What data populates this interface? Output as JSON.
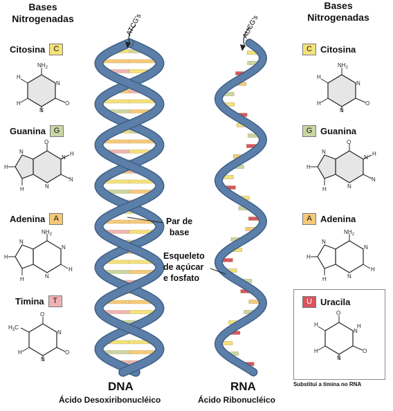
{
  "left_header": {
    "line1": "Bases",
    "line2": "Nitrogenadas"
  },
  "right_header": {
    "line1": "Bases",
    "line2": "Nitrogenadas"
  },
  "left_bases": [
    {
      "name": "Citosina",
      "letter": "C",
      "color": "#f4e27a"
    },
    {
      "name": "Guanina",
      "letter": "G",
      "color": "#c9d6a3"
    },
    {
      "name": "Adenina",
      "letter": "A",
      "color": "#f6c979"
    },
    {
      "name": "Timina",
      "letter": "T",
      "color": "#f0b3b3"
    }
  ],
  "right_bases": [
    {
      "name": "Citosina",
      "letter": "C",
      "color": "#f4e27a"
    },
    {
      "name": "Guanina",
      "letter": "G",
      "color": "#c9d6a3"
    },
    {
      "name": "Adenina",
      "letter": "A",
      "color": "#f6c979"
    },
    {
      "name": "Uracila",
      "letter": "U",
      "color": "#d9545e"
    }
  ],
  "dna": {
    "top_label": "ATCG's",
    "title": "DNA",
    "subtitle": "Ácido Desoxiribonucléico"
  },
  "rna": {
    "top_label": "AUCG's",
    "title": "RNA",
    "subtitle": "Ácido Ribonucléico"
  },
  "callouts": {
    "base_pair": {
      "line1": "Par de",
      "line2": "base"
    },
    "backbone": {
      "line1": "Esqueleto",
      "line2": "de açúcar",
      "line3": "e fosfato"
    }
  },
  "uracil_note": "Substitui a timina no RNA",
  "molecule_atoms": {
    "cytosine": {
      "nh2": "NH",
      "sub2": "2",
      "n": "N",
      "o": "O",
      "h": "H"
    },
    "guanine": {
      "o": "O",
      "n": "N",
      "h": "H"
    },
    "adenine": {
      "nh2": "NH",
      "sub2": "2",
      "n": "N",
      "h": "H"
    },
    "thymine": {
      "h3c": "H",
      "sub3": "3",
      "c": "C",
      "o": "O",
      "n": "N",
      "h": "H"
    },
    "uracil": {
      "o": "O",
      "n": "N",
      "h": "H"
    }
  },
  "colors": {
    "backbone": "#5b7fa9",
    "backbone_dark": "#3e5f86",
    "pair_yellow": "#f4e27a",
    "pair_orange": "#f6c979",
    "pair_pink": "#f0b3b3",
    "pair_green": "#c9d6a3",
    "pair_red": "#d9545e",
    "ring_fill": "#e6e6e6"
  }
}
